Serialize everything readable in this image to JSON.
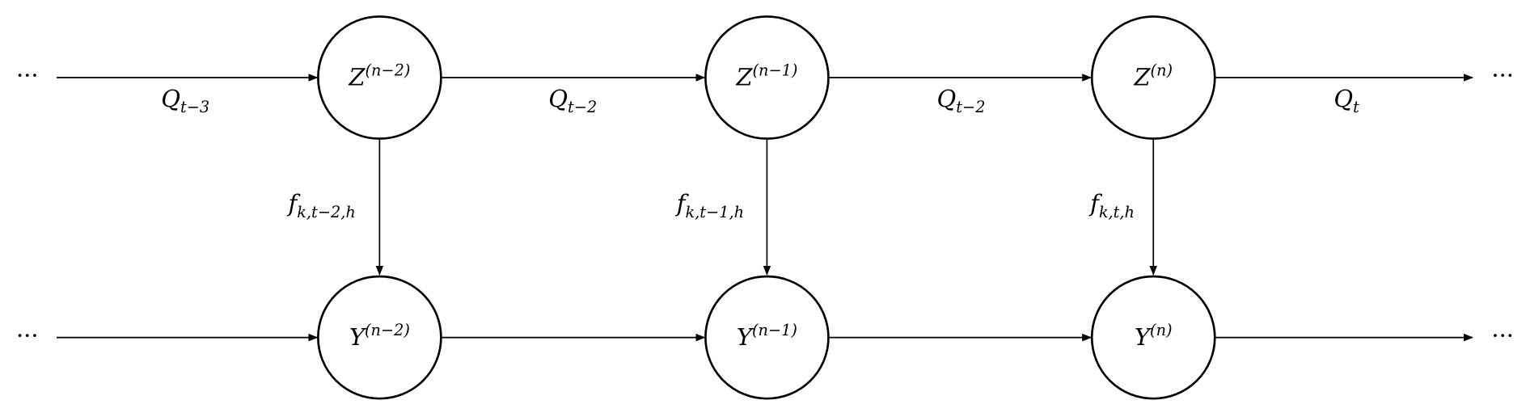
{
  "diagram": {
    "color": "#000000",
    "ellipsis": "···",
    "top_nodes": [
      {
        "base": "Z",
        "sup": "(n−2)"
      },
      {
        "base": "Z",
        "sup": "(n−1)"
      },
      {
        "base": "Z",
        "sup": "(n)"
      }
    ],
    "bottom_nodes": [
      {
        "base": "Y",
        "sup": "(n−2)"
      },
      {
        "base": "Y",
        "sup": "(n−1)"
      },
      {
        "base": "Y",
        "sup": "(n)"
      }
    ],
    "top_edge_labels": [
      {
        "base": "Q",
        "sub": "t−3"
      },
      {
        "base": "Q",
        "sub": "t−2"
      },
      {
        "base": "Q",
        "sub": "t−2"
      },
      {
        "base": "Q",
        "sub": "t"
      }
    ],
    "vertical_edge_labels": [
      {
        "base": "f",
        "sub": "k,t−2,h"
      },
      {
        "base": "f",
        "sub": "k,t−1,h"
      },
      {
        "base": "f",
        "sub": "k,t,h"
      }
    ]
  }
}
